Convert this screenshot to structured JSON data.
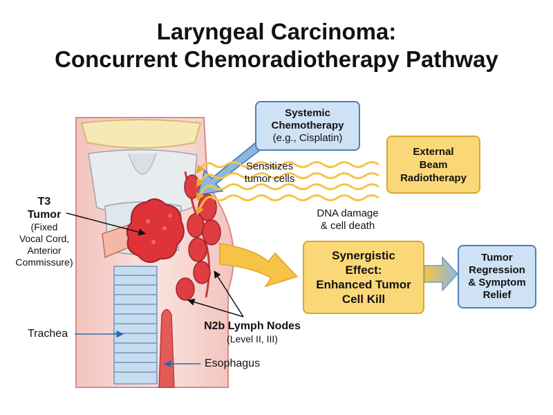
{
  "title": {
    "line1": "Laryngeal Carcinoma:",
    "line2": "Concurrent Chemoradiotherapy Pathway"
  },
  "chemo_box": {
    "line1": "Systemic",
    "line2": "Chemotherapy",
    "line3": "(e.g., Cisplatin)"
  },
  "radio_box": {
    "line1": "External",
    "line2": "Beam",
    "line3": "Radiotherapy"
  },
  "synergy_box": {
    "line1": "Synergistic",
    "line2": "Effect:",
    "line3": "Enhanced Tumor",
    "line4": "Cell Kill"
  },
  "regression_box": {
    "line1": "Tumor",
    "line2": "Regression",
    "line3": "& Symptom",
    "line4": "Relief"
  },
  "sensitizes_label": {
    "line1": "Sensitizes",
    "line2": "tumor cells"
  },
  "dna_label": {
    "line1": "DNA damage",
    "line2": "& cell death"
  },
  "tumor_label": {
    "line1": "T3",
    "line2": "Tumor",
    "line3": "(Fixed",
    "line4": "Vocal Cord,",
    "line5": "Anterior",
    "line6": "Commissure)"
  },
  "lymph_label": {
    "line1": "N2b Lymph Nodes",
    "line2": "(Level II, III)"
  },
  "trachea_label": "Trachea",
  "esophagus_label": "Esophagus",
  "colors": {
    "chemo": "#cfe2f5",
    "radiation": "#f6c346",
    "tumor": "#d9323b",
    "tissue": "#f6d1cc"
  }
}
